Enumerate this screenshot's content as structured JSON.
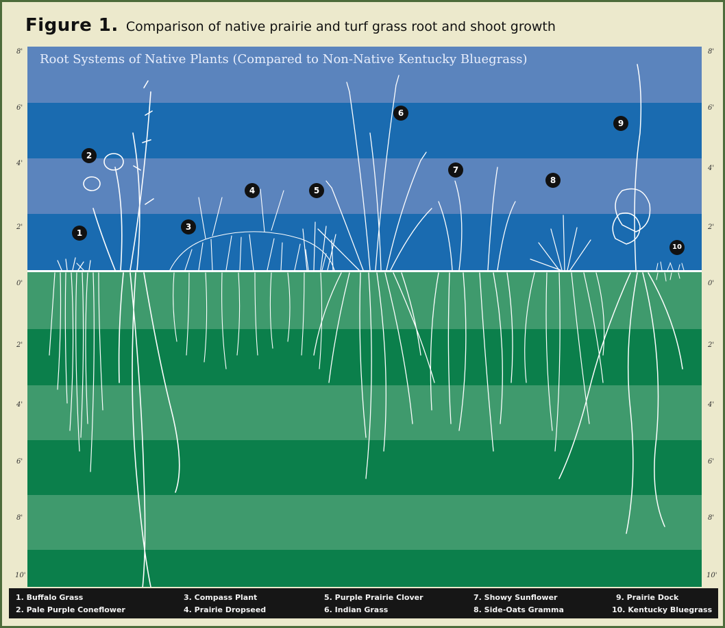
{
  "figure": {
    "label": "Figure 1.",
    "caption": "Comparison of native prairie and turf grass root and shoot growth"
  },
  "panel": {
    "title": "Root Systems of Native Plants (Compared to Non-Native Kentucky Bluegrass)",
    "colors": {
      "sky_light": "#5b84bd",
      "sky_dark": "#1a6bb0",
      "soil_light": "#3f9a6d",
      "soil_dark": "#0b7f4b",
      "drawing": "#ffffff"
    }
  },
  "scale": {
    "above_ground": [
      "8'",
      "6'",
      "4'",
      "2'"
    ],
    "ground": "0'",
    "below_ground": [
      "2'",
      "4'",
      "6'",
      "8'",
      "10'"
    ]
  },
  "plants": [
    {
      "number": "1",
      "name": "1. Buffalo Grass"
    },
    {
      "number": "2",
      "name": "2. Pale Purple Coneflower"
    },
    {
      "number": "3",
      "name": "3. Compass Plant"
    },
    {
      "number": "4",
      "name": "4. Prairie Dropseed"
    },
    {
      "number": "5",
      "name": "5. Purple Prairie Clover"
    },
    {
      "number": "6",
      "name": "6. Indian Grass"
    },
    {
      "number": "7",
      "name": "7. Showy Sunflower"
    },
    {
      "number": "8",
      "name": "8. Side-Oats Gramma"
    },
    {
      "number": "9",
      "name": "9. Prairie Dock"
    },
    {
      "number": "10",
      "name": "10. Kentucky Bluegrass"
    }
  ],
  "legend_bg": "#161616"
}
